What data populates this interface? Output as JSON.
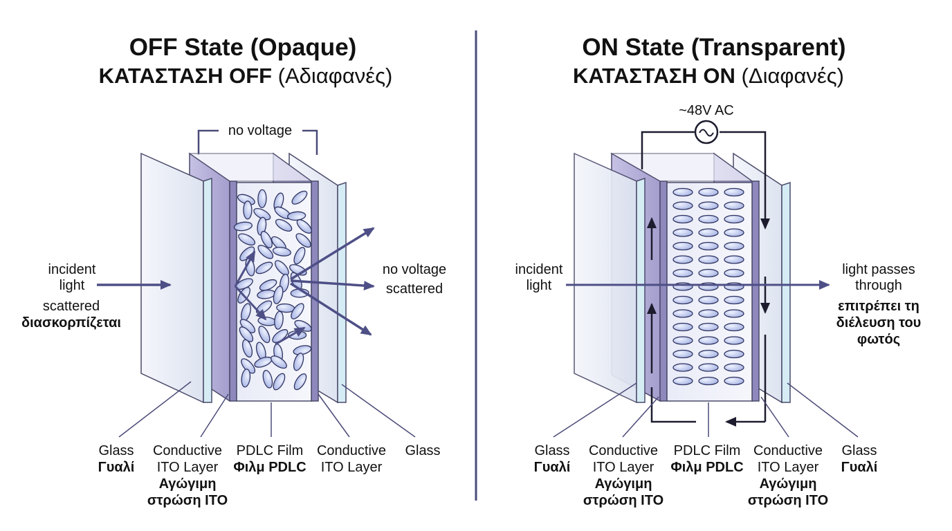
{
  "colors": {
    "divider": "#4a4d7a",
    "arrow": "#4e4f86",
    "wire": "#1c1c2e",
    "glass": "#e7ecf6",
    "glass_edge": "#d5ecf5",
    "ito": "#a8a3cf",
    "ito_dark": "#8e88bd",
    "film": "#f0f1fa",
    "droplet": "#b9c4ea",
    "leader": "#4a4a78"
  },
  "off": {
    "title": "OFF State (Opaque)",
    "subtitle_bold": "ΚΑΤΑΣΤΑΣΗ OFF",
    "subtitle_rest": " (Αδιαφανές)",
    "voltage_label": "no voltage",
    "incident_line1": "incident",
    "incident_line2": "light",
    "scattered_line1": "scattered",
    "scattered_line2": "διασκορπίζεται",
    "right_line1": "no voltage",
    "right_line2": "scattered",
    "labels": {
      "glass_left": "Glass",
      "glass_left_gr": "Γυαλί",
      "ito_left_1": "Conductive",
      "ito_left_2": "ITO Layer",
      "ito_left_gr1": "Αγώγιμη",
      "ito_left_gr2": "στρώση ITO",
      "film_1": "PDLC Film",
      "film_gr": "Φιλμ PDLC",
      "ito_right_1": "Conductive",
      "ito_right_2": "ITO Layer",
      "glass_right": "Glass"
    }
  },
  "on": {
    "title": "ON State (Transparent)",
    "subtitle_bold": "ΚΑΤΑΣΤΑΣΗ ON",
    "subtitle_rest": " (Διαφανές)",
    "voltage_label": "~48V AC",
    "incident_line1": "incident",
    "incident_line2": "light",
    "right_line1": "light passes",
    "right_line2": "through",
    "right_gr1": "επιτρέπει τη",
    "right_gr2": "διέλευση του",
    "right_gr3": "φωτός",
    "labels": {
      "glass_left": "Glass",
      "glass_left_gr": "Γυαλί",
      "ito_left_1": "Conductive",
      "ito_left_2": "ITO Layer",
      "ito_left_gr1": "Αγώγιμη",
      "ito_left_gr2": "στρώση ITO",
      "film_1": "PDLC Film",
      "film_gr": "Φιλμ PDLC",
      "ito_right_1": "Conductive",
      "ito_right_2": "ITO Layer",
      "ito_right_gr1": "Αγώγιμη",
      "ito_right_gr2": "στρώση ITO",
      "glass_right": "Glass",
      "glass_right_gr": "Γυαλί"
    }
  }
}
